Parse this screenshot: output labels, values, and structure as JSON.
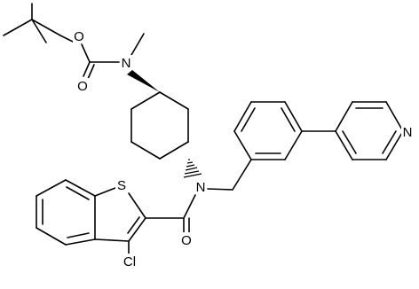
{
  "molecule": {
    "atom_labels": {
      "o_ether": "O",
      "o_carbonyl_carbamate": "O",
      "n_carbamate": "N",
      "s_thiophene": "S",
      "n_amide": "N",
      "n_pyridine": "N",
      "o_carbonyl_amide": "O",
      "cl": "Cl"
    },
    "bond_color": "#000000",
    "background": "#ffffff"
  }
}
